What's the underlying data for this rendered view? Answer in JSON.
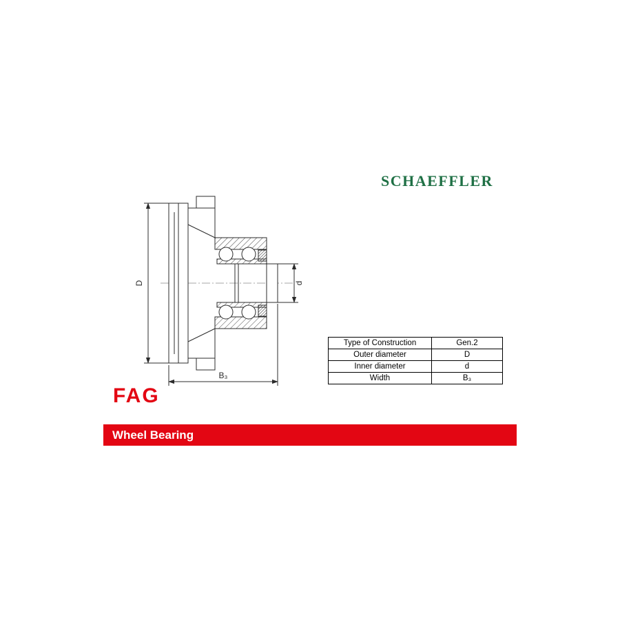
{
  "header": {
    "brand": "SCHAEFFLER"
  },
  "drawing": {
    "outer_diameter_label": "D",
    "inner_diameter_label": "d",
    "width_label": "B₃"
  },
  "spec_table": {
    "rows": [
      {
        "label": "Type of Construction",
        "value": "Gen.2"
      },
      {
        "label": "Outer diameter",
        "value": "D"
      },
      {
        "label": "Inner diameter",
        "value": "d"
      },
      {
        "label": "Width",
        "value": "B₃"
      }
    ]
  },
  "branding": {
    "logo": "FAG",
    "banner_title": "Wheel Bearing"
  },
  "colors": {
    "schaeffler_green": "#1f7045",
    "fag_red": "#e30613",
    "banner_red": "#e30613"
  }
}
